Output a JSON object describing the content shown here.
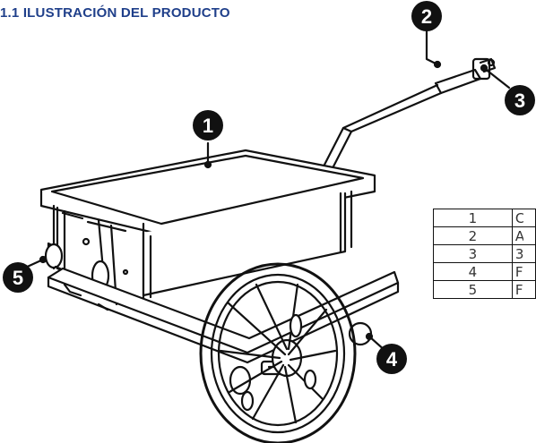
{
  "section": {
    "title": "1.1 ILUSTRACIÓN DEL PRODUCTO"
  },
  "callouts": [
    "1",
    "2",
    "3",
    "4",
    "5"
  ],
  "parts_table": {
    "rows": [
      {
        "number": "1",
        "label": "C"
      },
      {
        "number": "2",
        "label": "A"
      },
      {
        "number": "3",
        "label": "3"
      },
      {
        "number": "4",
        "label": "F"
      },
      {
        "number": "5",
        "label": "F"
      }
    ]
  },
  "colors": {
    "heading": "#1f3f8a",
    "callout_fill": "#111111",
    "line": "#111111"
  },
  "illustration": "bicycle-cargo-trailer"
}
